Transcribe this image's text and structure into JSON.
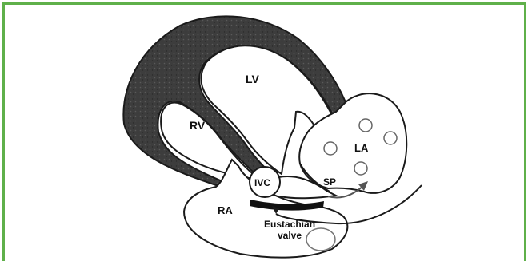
{
  "labels": {
    "lv": "LV",
    "rv": "RV",
    "la": "LA",
    "ra": "RA",
    "ivc": "IVC",
    "sp": "SP",
    "eustachian_line1": "Eustachian",
    "eustachian_line2": "valve"
  },
  "colors": {
    "frame_border": "#5fb04a",
    "myocardium": "#3a3a3a",
    "outline": "#1a1a1a",
    "background": "#ffffff"
  }
}
